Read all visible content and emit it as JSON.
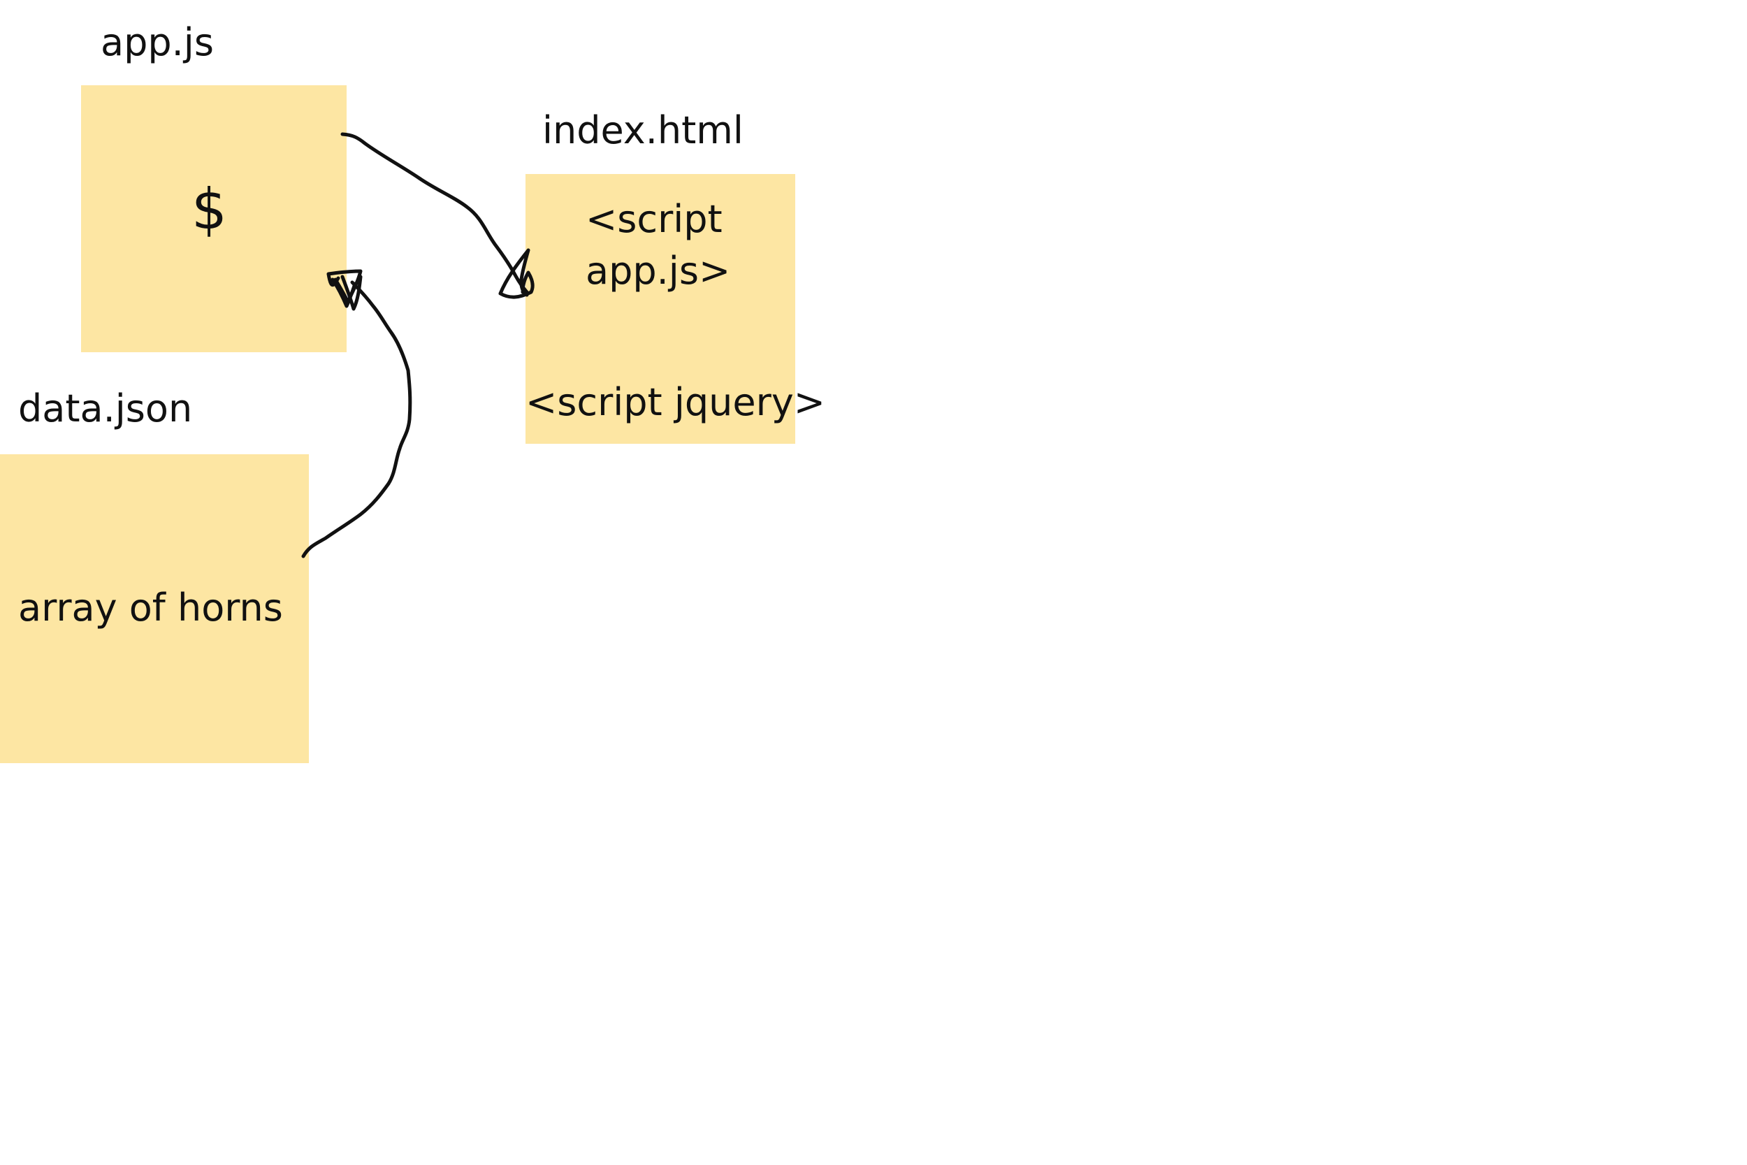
{
  "whiteboard": {
    "background": "#ffffff",
    "sticky_color": "#fde6a3",
    "ink_color": "#111111",
    "notes": {
      "appjs": {
        "title": "app.js",
        "body": "$"
      },
      "indexhtml": {
        "title": "index.html",
        "body_line1": "<script",
        "body_line2": "app.js>",
        "body_line3": "<script jquery>"
      },
      "datajson": {
        "title": "data.json",
        "body": "array of horns"
      }
    },
    "connectors": [
      {
        "from": "app.js",
        "to": "index.html"
      },
      {
        "from": "data.json",
        "to": "app.js"
      }
    ]
  }
}
